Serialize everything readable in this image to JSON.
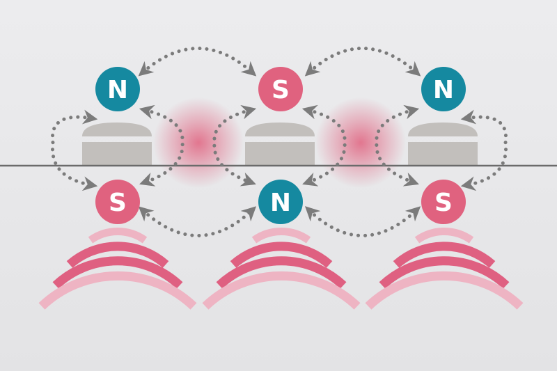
{
  "colors": {
    "background_top": "#ebebed",
    "background_bottom": "#e2e2e4",
    "north": "#1589a0",
    "south": "#e0627f",
    "arrow": "#7b7b7b",
    "ground_line": "#6b6b6b",
    "block": "#bfbcb9",
    "glow": "#e0627f",
    "wave_strong": "#df6081",
    "wave_light": "#eeb4c3"
  },
  "poles": {
    "top": [
      "N",
      "S",
      "N"
    ],
    "bottom": [
      "S",
      "N",
      "S"
    ]
  }
}
